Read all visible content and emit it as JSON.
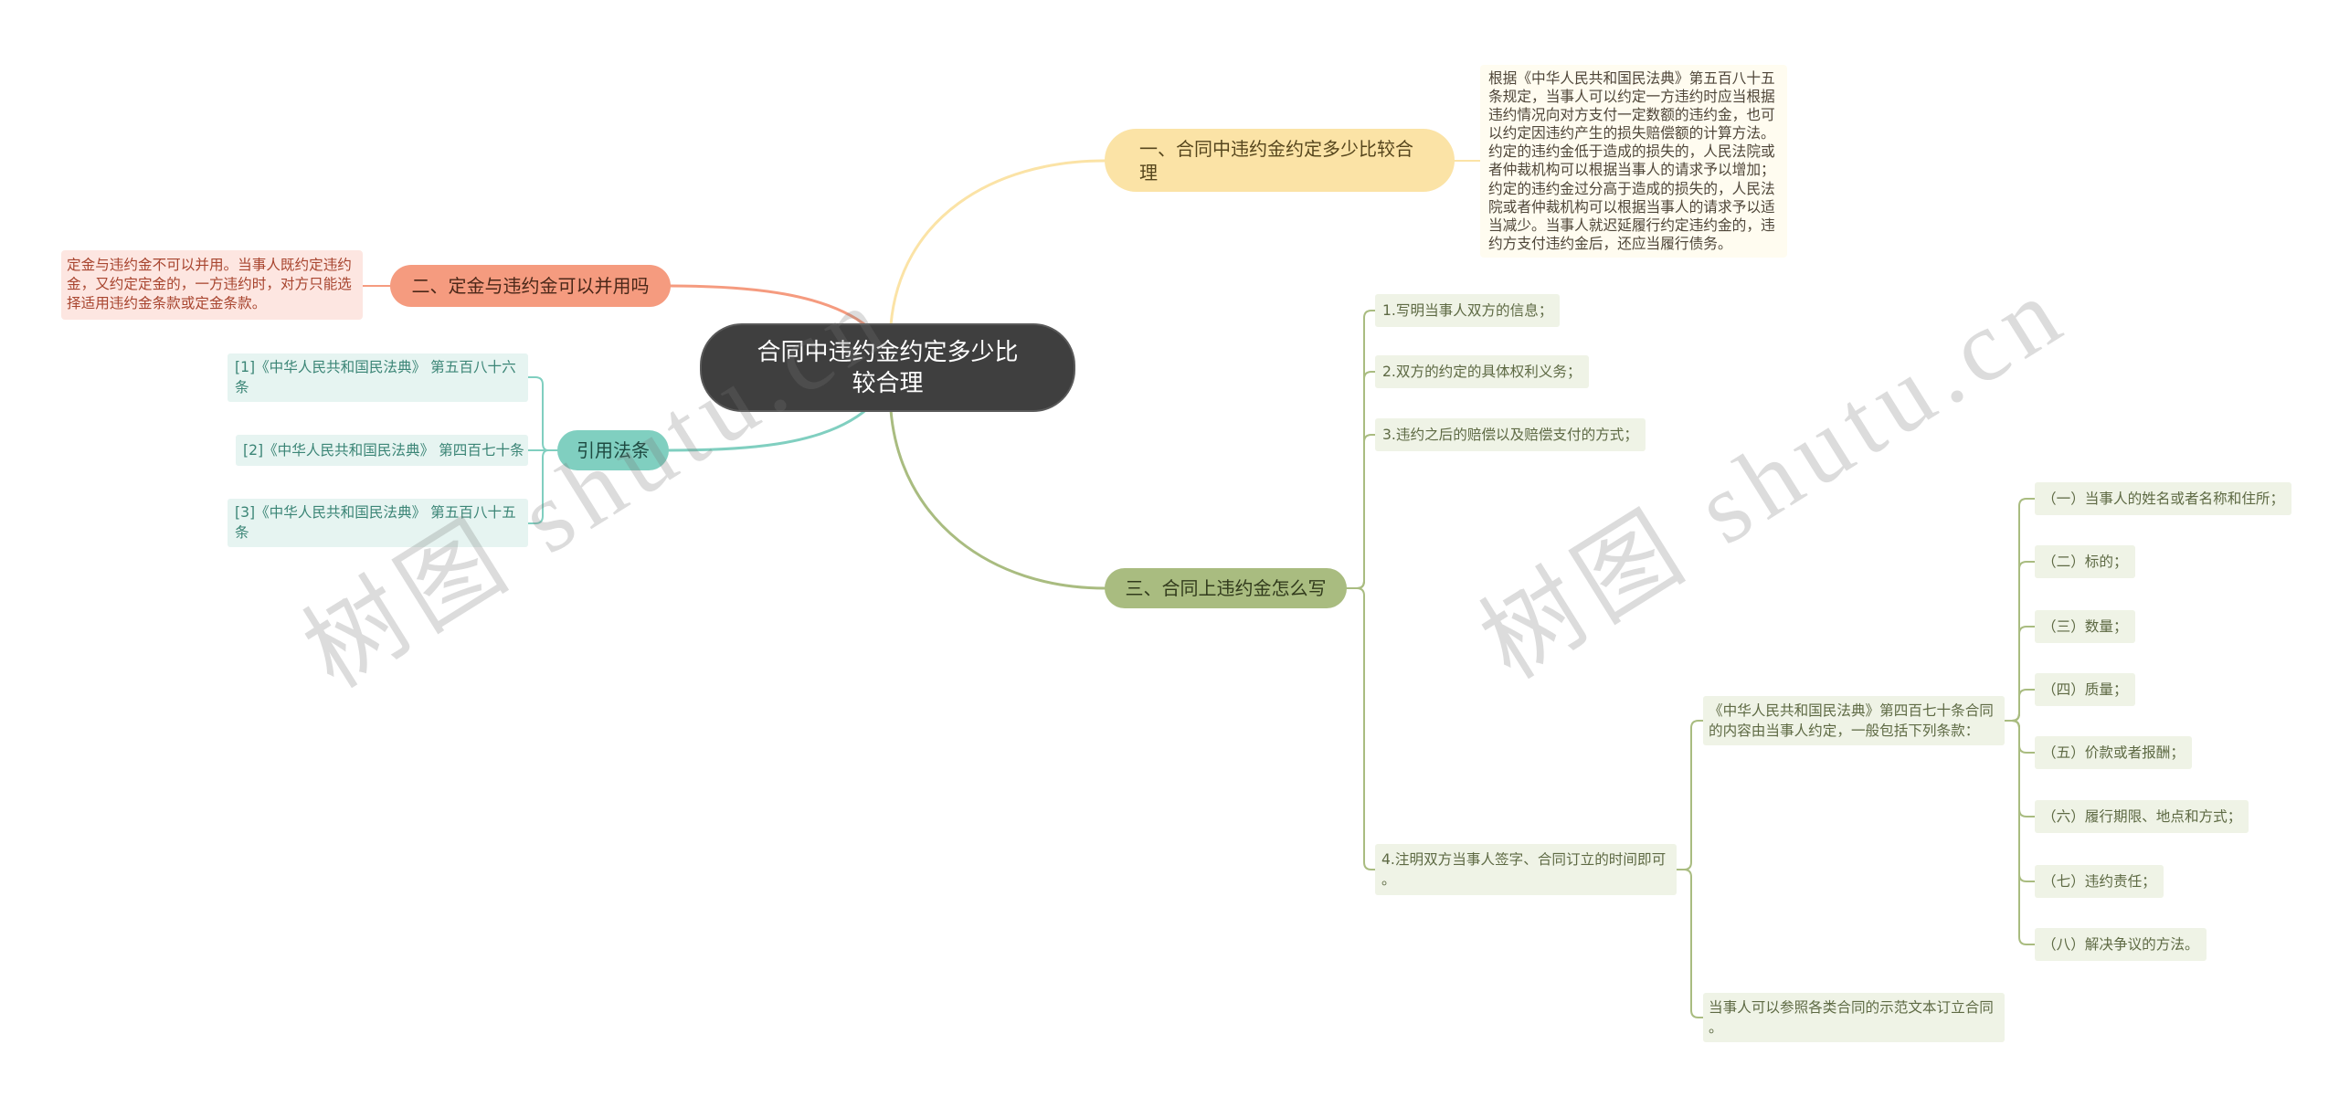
{
  "root": {
    "label": "合同中违约金约定多少比较合理"
  },
  "branches": [
    {
      "label": "一、合同中违约金约定多少比较合理",
      "detail": "根据《中华人民共和国民法典》第五百八十五条规定，当事人可以约定一方违约时应当根据违约情况向对方支付一定数额的违约金，也可以约定因违约产生的损失赔偿额的计算方法。约定的违约金低于造成的损失的，人民法院或者仲裁机构可以根据当事人的请求予以增加；约定的违约金过分高于造成的损失的，人民法院或者仲裁机构可以根据当事人的请求予以适当减少。当事人就迟延履行约定违约金的，违约方支付违约金后，还应当履行债务。"
    },
    {
      "label": "二、定金与违约金可以并用吗",
      "detail": "定金与违约金不可以并用。当事人既约定违约金，又约定定金的，一方违约时，对方只能选择适用违约金条款或定金条款。"
    },
    {
      "label": "引用法条",
      "items": [
        "[1]《中华人民共和国民法典》 第五百八十六条",
        "[2]《中华人民共和国民法典》 第四百七十条",
        "[3]《中华人民共和国民法典》 第五百八十五条"
      ]
    },
    {
      "label": "三、合同上违约金怎么写",
      "items": [
        {
          "label": "1.写明当事人双方的信息；"
        },
        {
          "label": "2.双方的约定的具体权利义务；"
        },
        {
          "label": "3.违约之后的赔偿以及赔偿支付的方式；"
        },
        {
          "label": "4.注明双方当事人签字、合同订立的时间即可。",
          "children": [
            {
              "label": "《中华人民共和国民法典》第四百七十条合同的内容由当事人约定，一般包括下列条款：",
              "children": [
                "（一）当事人的姓名或者名称和住所；",
                "（二）标的；",
                "（三）数量；",
                "（四）质量；",
                "（五）价款或者报酬；",
                "（六）履行期限、地点和方式；",
                "（七）违约责任；",
                "（八）解决争议的方法。"
              ]
            },
            {
              "label": "当事人可以参照各类合同的示范文本订立合同。"
            }
          ]
        }
      ]
    }
  ],
  "watermark": "树图 shutu.cn",
  "colors": {
    "background": "#ffffff",
    "root": "#3f3f3f",
    "root_text": "#ffffff",
    "branch_1": "#fbe3a6",
    "branch_1_detail": "#fffcf0",
    "branch_2": "#f59b7f",
    "branch_2_detail": "#fde6e1",
    "citations": "#80cfc0",
    "citations_item": "#e6f4f1",
    "branch_3": "#a9bc80",
    "branch_3_item": "#eff3e6"
  }
}
